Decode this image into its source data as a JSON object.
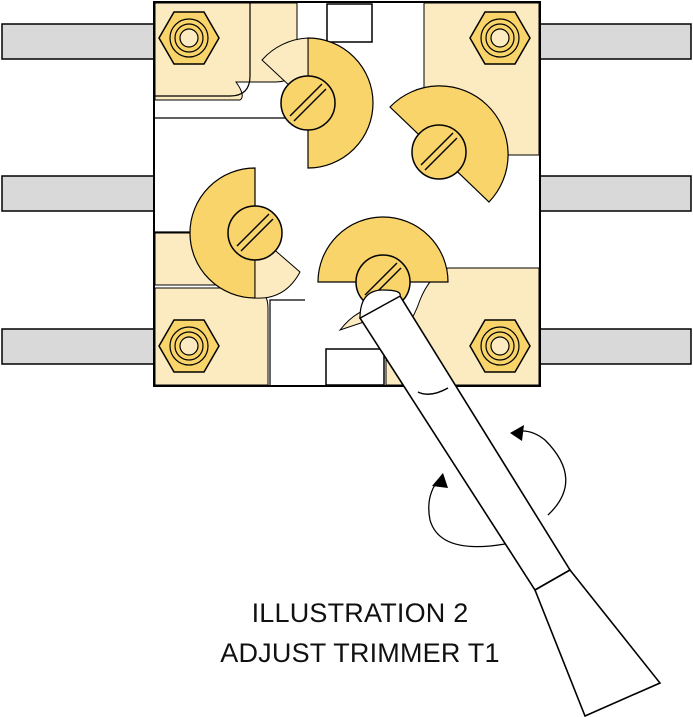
{
  "caption": {
    "line1": "ILLUSTRATION 2",
    "line2": "ADJUST TRIMMER T1"
  },
  "colors": {
    "board_fill": "#fcebc0",
    "trimmer_fill": "#f8d46a",
    "lead_fill": "#d9d9d9",
    "nut_fill": "#f8d46a",
    "outline": "#000000"
  },
  "parts": {
    "leads": 6,
    "mounting_nuts": 4,
    "trimmers": 4,
    "tool": "screwdriver",
    "rotation_arrows": 2
  }
}
